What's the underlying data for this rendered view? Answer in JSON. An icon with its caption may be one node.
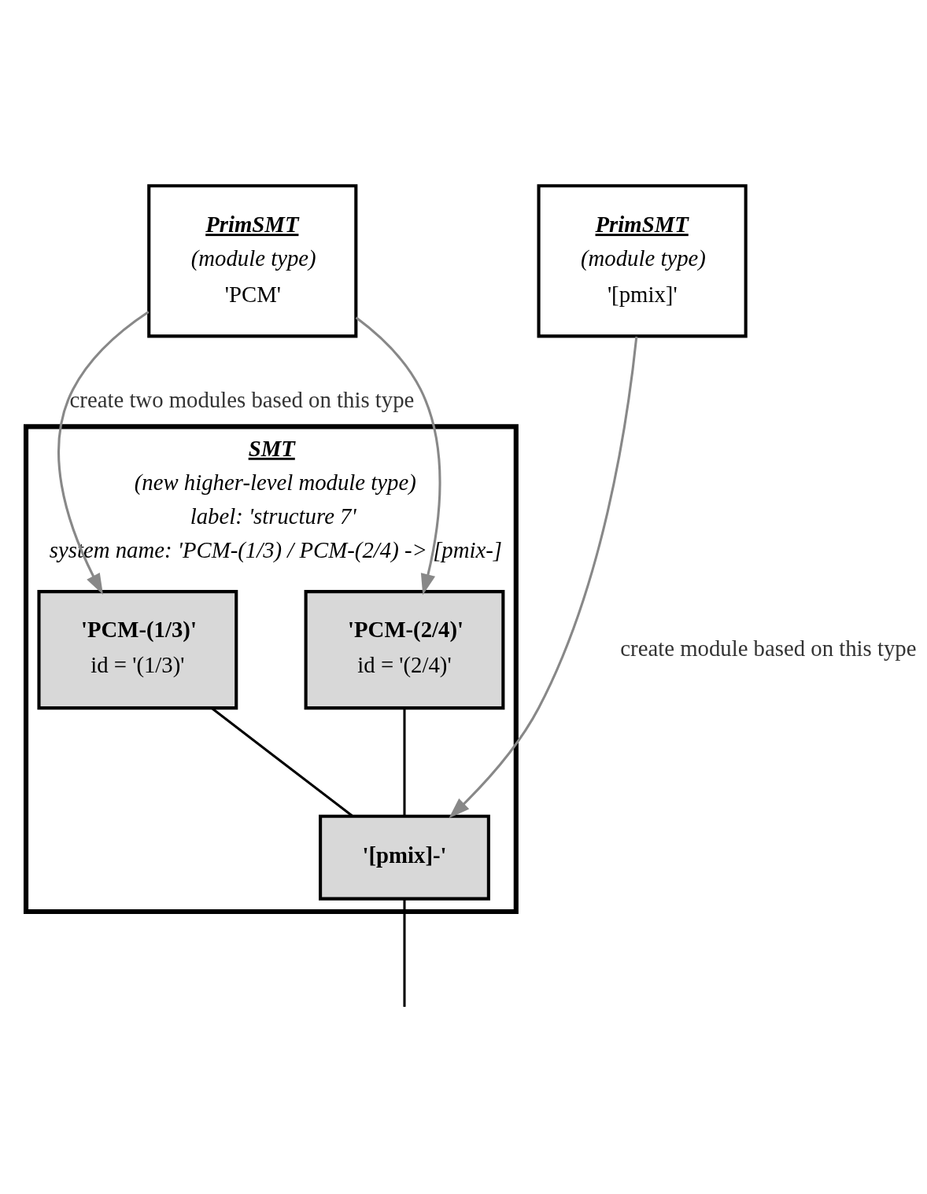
{
  "diagram": {
    "nodes": [
      {
        "text": [
          "PrimSMT",
          "(module type)",
          "'PCM'"
        ]
      },
      {
        "text": [
          "PrimSMT",
          "(module type)",
          "'[pmix]'"
        ]
      },
      {
        "text": [
          "SMT",
          "(new higher-level module type)",
          "label: 'structure 7'",
          "system name: 'PCM-(1/3) / PCM-(2/4) -> [pmix-]"
        ]
      },
      {
        "text": [
          "'PCM-(1/3)'",
          "id = '(1/3)'"
        ],
        "in": 2
      },
      {
        "text": [
          "'PCM-(2/4)'",
          "id = '(2/4)'"
        ],
        "in": 2
      },
      {
        "text": [
          "'[pmix]-'"
        ],
        "in": 2
      }
    ],
    "edges": [
      {
        "from": 0,
        "to": 3,
        "arrow": "to",
        "label": "create two modules based on this type",
        "color": "#888888"
      },
      {
        "from": 0,
        "to": 4,
        "arrow": "to",
        "color": "#888888"
      },
      {
        "from": 1,
        "to": 5,
        "arrow": "to",
        "label": "create module based on this type",
        "color": "#888888"
      },
      {
        "from": 3,
        "to": 5,
        "arrow": "none",
        "color": "#000000"
      },
      {
        "from": 4,
        "to": 5,
        "arrow": "none",
        "color": "#000000"
      },
      {
        "from": 5,
        "to": null,
        "arrow": "none",
        "color": "#000000"
      }
    ]
  }
}
